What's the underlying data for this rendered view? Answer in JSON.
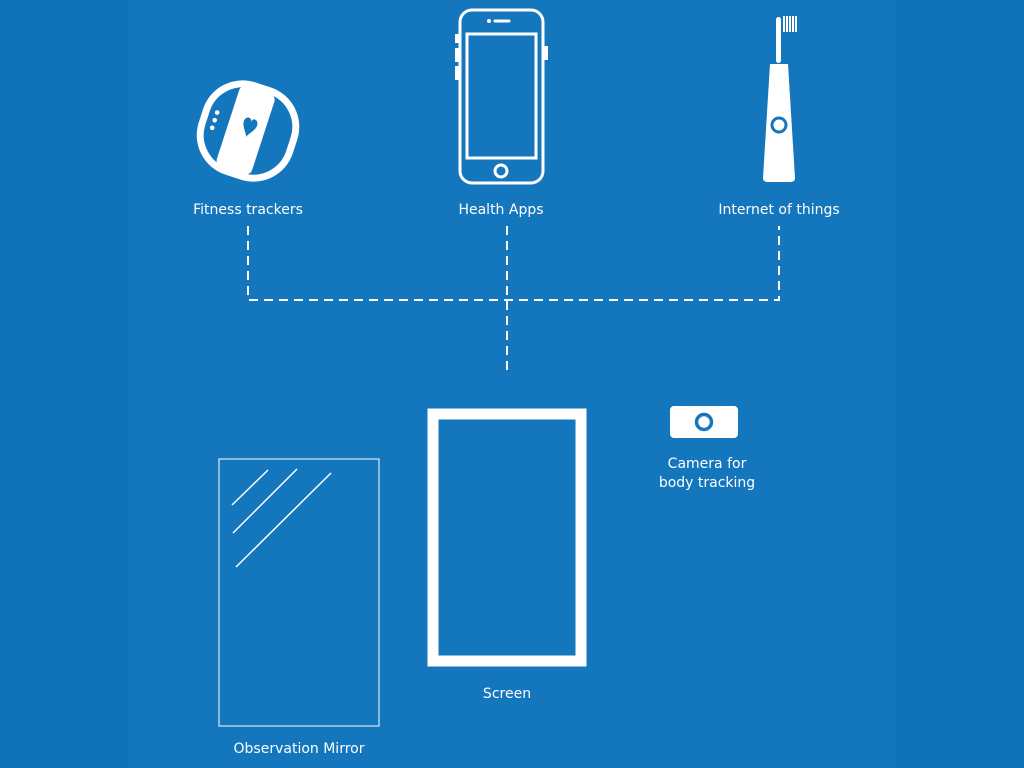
{
  "diagram": {
    "sources": [
      {
        "id": "fitness",
        "label": "Fitness trackers",
        "icon": "fitness-tracker-icon"
      },
      {
        "id": "health",
        "label": "Health Apps",
        "icon": "smartphone-icon"
      },
      {
        "id": "iot",
        "label": "Internet of things",
        "icon": "electric-toothbrush-icon"
      }
    ],
    "screen": {
      "label": "Screen",
      "icon": "screen-frame"
    },
    "mirror": {
      "label": "Observation Mirror",
      "icon": "mirror-frame"
    },
    "camera": {
      "label_line1": "Camera for",
      "label_line2": "body tracking",
      "icon": "camera-icon"
    }
  },
  "colors": {
    "background": "#1476bd",
    "side_bands": "#0f71b8",
    "foreground": "#ffffff"
  }
}
